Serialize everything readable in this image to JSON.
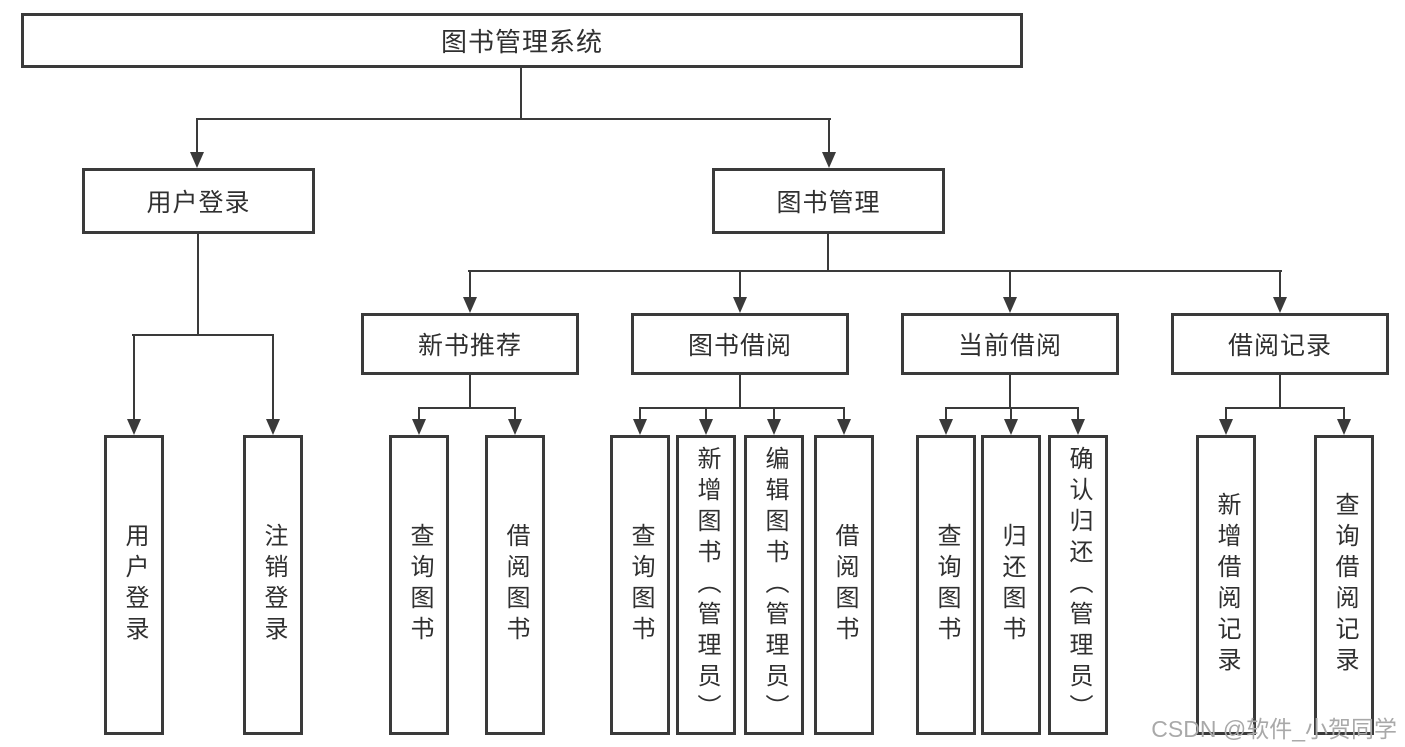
{
  "diagram": {
    "root": "图书管理系统",
    "branches": [
      {
        "label": "用户登录",
        "leaves": [
          "用户登录",
          "注销登录"
        ]
      },
      {
        "label": "图书管理",
        "groups": [
          {
            "label": "新书推荐",
            "leaves": [
              "查询图书",
              "借阅图书"
            ]
          },
          {
            "label": "图书借阅",
            "leaves": [
              "查询图书",
              "新增图书（管理员）",
              "编辑图书（管理员）",
              "借阅图书"
            ]
          },
          {
            "label": "当前借阅",
            "leaves": [
              "查询图书",
              "归还图书",
              "确认归还（管理员）"
            ]
          },
          {
            "label": "借阅记录",
            "leaves": [
              "新增借阅记录",
              "查询借阅记录"
            ]
          }
        ]
      }
    ]
  },
  "watermark": "CSDN @软件_小贺同学",
  "colors": {
    "line": "#3a3a3a",
    "text": "#303030",
    "watermark": "#a9a9a9",
    "background": "#ffffff"
  }
}
